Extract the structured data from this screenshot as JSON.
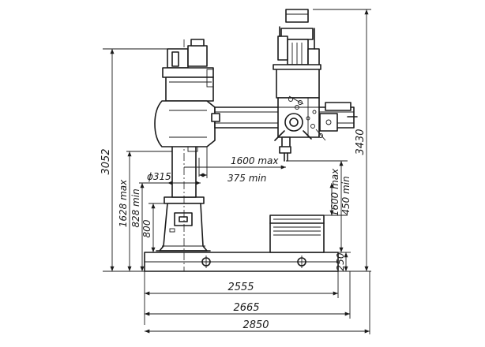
{
  "dimensions": {
    "total_height": "3052",
    "overall_height": "3430",
    "arm_reach_max": "1600 max",
    "arm_reach_min": "375 min",
    "column_diameter": "ϕ315",
    "arm_height_max": "1628 max",
    "arm_height_min": "828 min",
    "pedestal_height": "800",
    "spindle_max": "1600 max",
    "spindle_min": "450 min",
    "base_thickness": "250",
    "width_2555": "2555",
    "width_2665": "2665",
    "width_2850": "2850"
  }
}
